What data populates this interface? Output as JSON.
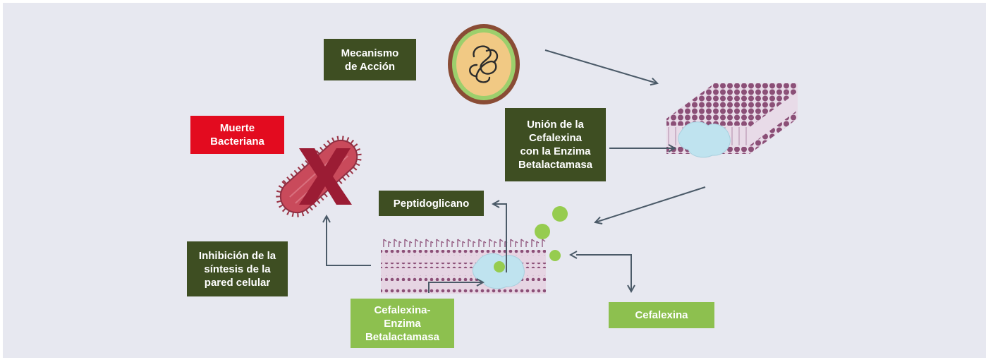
{
  "labels": {
    "mechanism": "Mecanismo\nde Acción",
    "death": "Muerte\nBacteriana",
    "binding": "Unión de la\nCefalexina\ncon la Enzima\nBetalactamasa",
    "peptidoglycan": "Peptidoglicano",
    "inhibition": "Inhibición de la\nsíntesis de la\npared celular",
    "complex": "Cefalexina-\nEnzima\nBetalactamasa",
    "cefalexin": "Cefalexina"
  },
  "colors": {
    "background": "#e7e8f0",
    "label_dark": "#3e4e22",
    "label_red": "#e30b1f",
    "label_green": "#8dc04f",
    "arrow": "#4b5a68",
    "enzyme": "#bfe3ef",
    "drug_dot": "#96cc4f",
    "membrane": "#8b4f77",
    "bacterium": "#c94a5b",
    "cell_outer": "#8a4c35",
    "cell_ring": "#9ccf6c",
    "cell_inner": "#f1c984"
  },
  "icons": [
    "bacterial-cell-icon",
    "cell-membrane-icon",
    "dead-bacterium-icon",
    "cell-wall-icon",
    "enzyme-icon",
    "cefalexin-molecule-icon"
  ]
}
